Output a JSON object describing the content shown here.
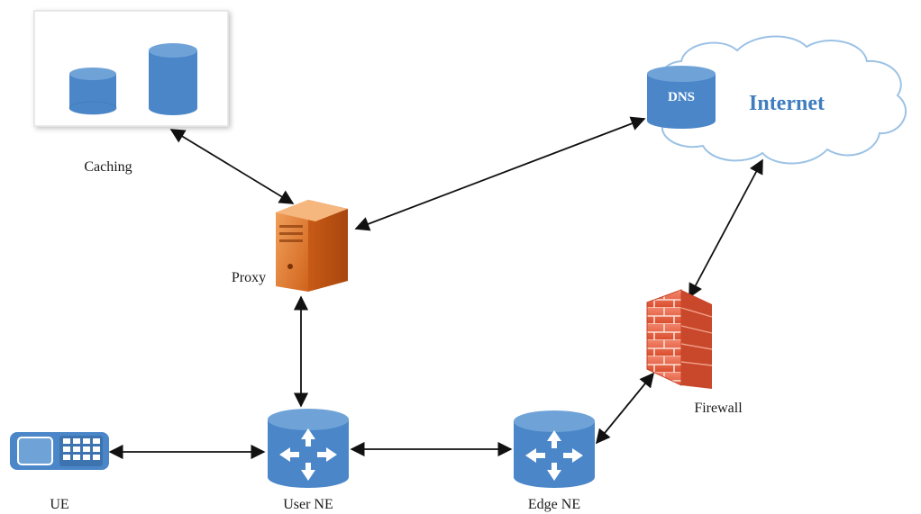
{
  "nodes": {
    "caching": {
      "label": "Caching"
    },
    "proxy": {
      "label": "Proxy"
    },
    "dns": {
      "label": "DNS"
    },
    "internet": {
      "label": "Internet"
    },
    "firewall": {
      "label": "Firewall"
    },
    "ue": {
      "label": "UE"
    },
    "user_ne": {
      "label": "User NE"
    },
    "edge_ne": {
      "label": "Edge NE"
    }
  },
  "edges": [
    {
      "from": "caching",
      "to": "proxy",
      "style": "bidirectional"
    },
    {
      "from": "proxy",
      "to": "dns",
      "style": "bidirectional"
    },
    {
      "from": "proxy",
      "to": "user_ne",
      "style": "bidirectional"
    },
    {
      "from": "ue",
      "to": "user_ne",
      "style": "bidirectional"
    },
    {
      "from": "user_ne",
      "to": "edge_ne",
      "style": "bidirectional"
    },
    {
      "from": "edge_ne",
      "to": "firewall",
      "style": "bidirectional"
    },
    {
      "from": "firewall",
      "to": "internet",
      "style": "bidirectional"
    }
  ],
  "colors": {
    "device_blue": "#4a86c8",
    "device_blue_top": "#6fa3d8",
    "server_orange": "#e87a2c",
    "firewall_red": "#e05a3a",
    "cloud_outline": "#9cc2e5",
    "arrow": "#111111"
  }
}
